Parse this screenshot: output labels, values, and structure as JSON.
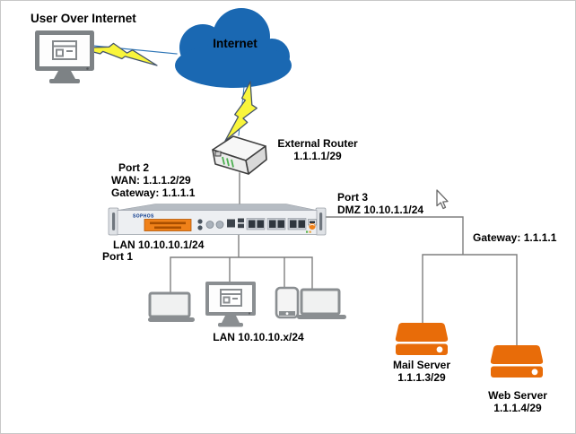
{
  "nodes": {
    "user": {
      "label": "User Over Internet"
    },
    "internet": {
      "label": "Internet"
    },
    "external_router": {
      "name": "External Router",
      "ip": "1.1.1.1/29"
    },
    "firewall": {
      "brand": "SOPHOS",
      "port1": {
        "name": "Port 1",
        "lan": "LAN 10.10.10.1/24"
      },
      "port2": {
        "name": "Port 2",
        "wan": "WAN: 1.1.1.2/29",
        "gateway": "Gateway: 1.1.1.1"
      },
      "port3": {
        "name": "Port 3",
        "dmz": "DMZ 10.10.1.1/24"
      }
    },
    "dmz": {
      "gateway": "Gateway: 1.1.1.1"
    },
    "lan": {
      "subnet": "LAN 10.10.10.x/24"
    },
    "mail_server": {
      "name": "Mail Server",
      "ip": "1.1.1.3/29"
    },
    "web_server": {
      "name": "Web Server",
      "ip": "1.1.1.4/29"
    }
  },
  "icons": {
    "user_device": "desktop-monitor-icon",
    "internet": "cloud-icon",
    "wan_links": "lightning-bolt-icon",
    "external_router": "router-icon",
    "firewall": "firewall-appliance-icon",
    "lan_devices": [
      "laptop-icon",
      "desktop-monitor-icon",
      "smartphone-icon",
      "laptop-icon"
    ],
    "dmz_servers": [
      "server-icon",
      "server-icon"
    ],
    "pointer": "mouse-cursor-icon"
  },
  "colors": {
    "cloud_blue": "#1a68b2",
    "lightning_yellow": "#f9f53b",
    "lightning_outline": "#44546a",
    "server_orange": "#e86c09",
    "device_gray": "#84888b",
    "line_gray": "#7f7f7f",
    "link_blue": "#2e75b6",
    "lcd_orange": "#f08119",
    "sophos_navy": "#003087",
    "router_green": "#4caf50"
  }
}
